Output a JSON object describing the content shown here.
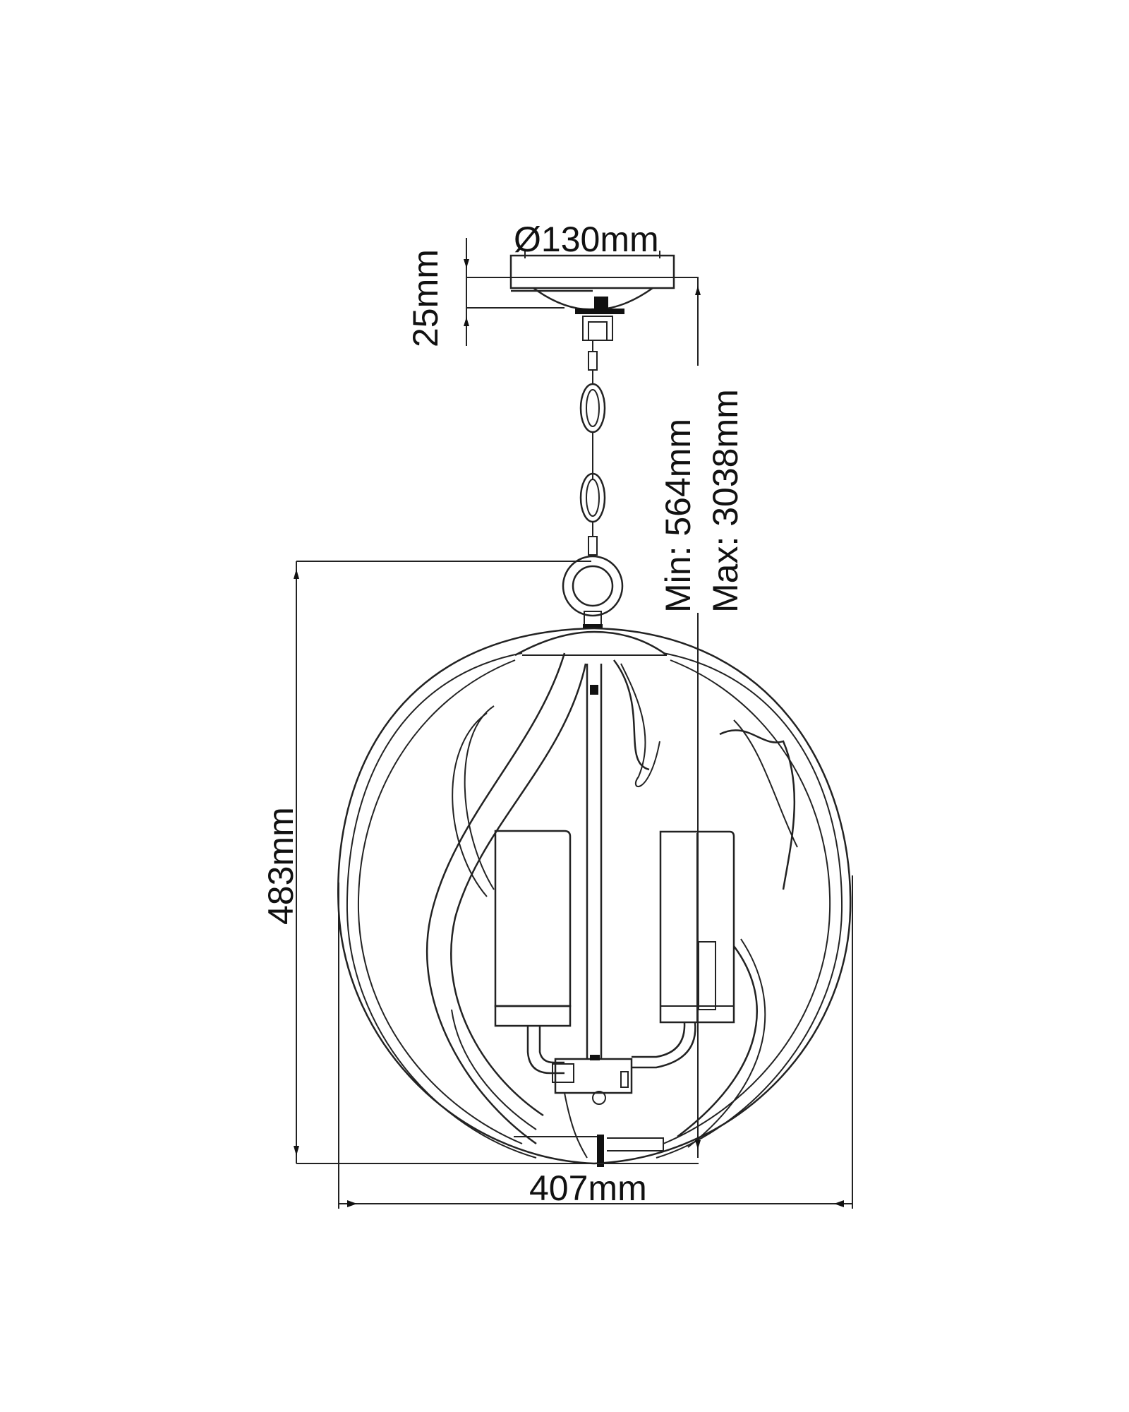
{
  "diagram": {
    "type": "technical-drawing",
    "subject": "globe pendant light with chain and ceiling canopy",
    "dimensions": {
      "canopy_diameter": "Ø130mm",
      "canopy_height": "25mm",
      "min_height": "Min: 564mm",
      "max_height": "Max: 3038mm",
      "body_height": "483mm",
      "body_width": "407mm"
    },
    "colors": {
      "line": "#222222",
      "background": "#ffffff"
    }
  }
}
